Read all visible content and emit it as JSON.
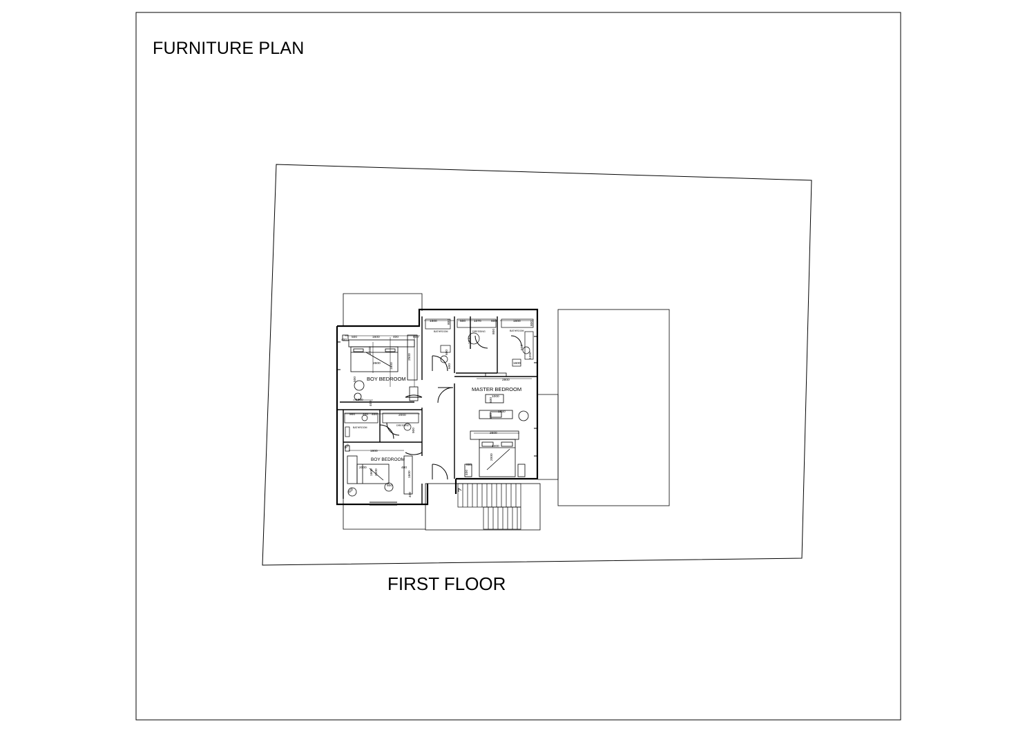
{
  "sheet_title": "FURNITURE PLAN",
  "floor_title": "FIRST FLOOR",
  "rooms": [
    {
      "id": "boy-bedroom-upper",
      "label": "BOY BEDROOM"
    },
    {
      "id": "boy-bedroom-lower",
      "label": "BOY BEDROOM"
    },
    {
      "id": "master-bedroom",
      "label": "MASTER BEDROOM"
    }
  ],
  "small_labels": {
    "bath_1": "BATHROOM",
    "bath_2": "BATHROOM",
    "bath_3": "BATHROOM",
    "dressing_1": "DRESSING",
    "dressing_2": "DRESSING"
  },
  "dimensions": {
    "ub_top_1": "500",
    "ub_top_2": "1600",
    "ub_top_3": "400",
    "ub_top_4": "600",
    "ub_left": "400",
    "ub_bed_w": "2600",
    "ub_bed_h": "2000",
    "ub_side": "2500",
    "ub_small": "1800",
    "ub_chair": "500",
    "ub_bottom": "1800",
    "ub_door": "400",
    "lb_top_1": "900",
    "lb_top_2": "400",
    "lb_top_3": "400",
    "lb_top_4": "2000",
    "lb_right": "900",
    "lb_bed_w": "1800",
    "lb_a": "2000",
    "lb_b": "1600",
    "lb_c": "2000",
    "lb_d": "1600",
    "lb_e": "400",
    "lb_f": "500",
    "lb_g": "400",
    "lb_h": "600",
    "lb_i": "400",
    "tb_1": "1500",
    "tb_2": "500",
    "tb_3": "1070",
    "tb_4": "600",
    "tb_5": "1600",
    "tb_6": "600",
    "tb_7": "800",
    "tb_8": "1200",
    "tb_9": "600",
    "tb_10": "800",
    "tb_11": "1600",
    "tb_12": "1200",
    "tb_13": "800",
    "tb_14": "600",
    "mb_top": "2800",
    "mb_tv": "1000",
    "mb_sofa": "1850",
    "mb_bed_w": "2600",
    "mb_bed_in": "1400",
    "mb_bed_h": "2000",
    "mb_side_1": "800",
    "mb_side_2": "400",
    "mb_side_3": "600",
    "mb_side_4": "600"
  }
}
